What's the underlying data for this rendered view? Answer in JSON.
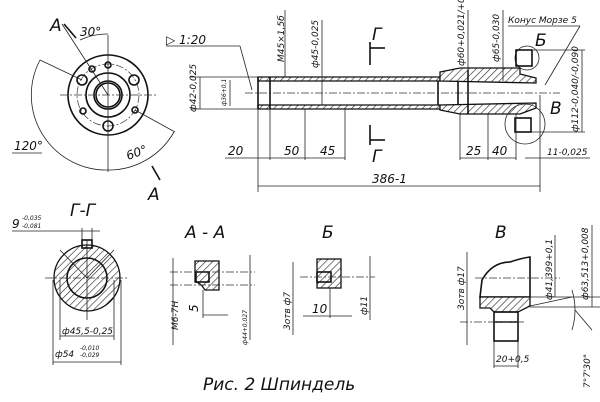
{
  "caption": "Рис. 2  Шпиндель",
  "flange_view": {
    "section_mark_top": "А",
    "section_mark_bottom": "А",
    "angle_30": "30°",
    "angle_120": "120°",
    "angle_60": "60°"
  },
  "spindle": {
    "taper": "▷ 1:20",
    "thread": "M45×1,5б",
    "d42": "ф42-0,025",
    "d36": "ф36+0,1",
    "d45": "ф45-0,025",
    "d60": "ф60+0,021/+0,002",
    "d65": "ф65-0,030",
    "morse": "Конус Морзе 5",
    "detail_b": "Б",
    "detail_v": "В",
    "d112": "ф112-0,040/-0,090",
    "section_g_top": "Г",
    "section_g_bottom": "Г",
    "dim_20": "20",
    "dim_50": "50",
    "dim_45": "45",
    "dim_25": "25",
    "dim_40": "40",
    "dim_11": "11-0,025",
    "dim_386": "386-1"
  },
  "section_gg": {
    "title": "Г-Г",
    "key_width": "9",
    "key_tol_upper": "-0,035",
    "key_tol_lower": "-0,081",
    "d455": "ф45,5-0,25",
    "d54": "ф54",
    "d54_tol_upper": "-0,010",
    "d54_tol_lower": "-0,029"
  },
  "section_aa": {
    "title": "А - А",
    "thread": "M6-7H",
    "dim_5": "5",
    "d44": "ф44+0,027"
  },
  "detail_b_view": {
    "title": "Б",
    "holes": "3отв ф7",
    "dim_10": "10",
    "d11": "ф11"
  },
  "detail_v_view": {
    "title": "В",
    "holes": "3отв ф17",
    "d41": "ф41,399+0,1",
    "d63": "ф63,513+0,008",
    "dim_20": "20+0,5",
    "angle": "7°7'30\""
  }
}
